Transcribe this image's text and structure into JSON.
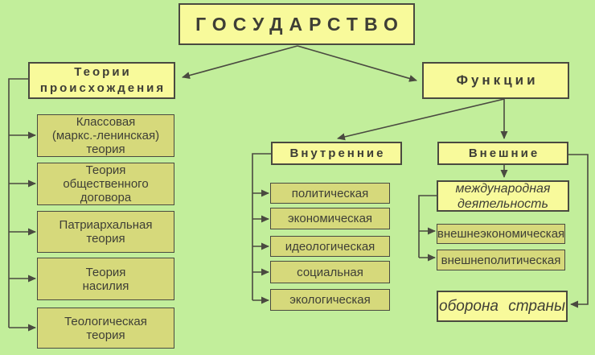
{
  "colors": {
    "background": "#c2ee9b",
    "box_bright": "#f8fa9b",
    "box_olive": "#d6d97b",
    "border_and_lines": "#4a4a40",
    "text": "#3e3e36"
  },
  "root": {
    "label": "ГОСУДАРСТВО"
  },
  "origin": {
    "header": "Теории\nпроисхождения",
    "items": [
      "Классовая\n(маркс.-ленинская)\nтеория",
      "Теория\nобщественного\nдоговора",
      "Патриархальная\nтеория",
      "Теория\nнасилия",
      "Теологическая\nтеория"
    ]
  },
  "functions": {
    "header": "Функции",
    "internal": {
      "header": "Внутренние",
      "items": [
        "политическая",
        "экономическая",
        "идеологическая",
        "социальная",
        "экологическая"
      ]
    },
    "external": {
      "header": "Внешние",
      "intl_activity": "международная\nдеятельность",
      "items": [
        "внешнеэкономическая",
        "внешнеполитическая"
      ],
      "defense": "оборона страны"
    }
  }
}
